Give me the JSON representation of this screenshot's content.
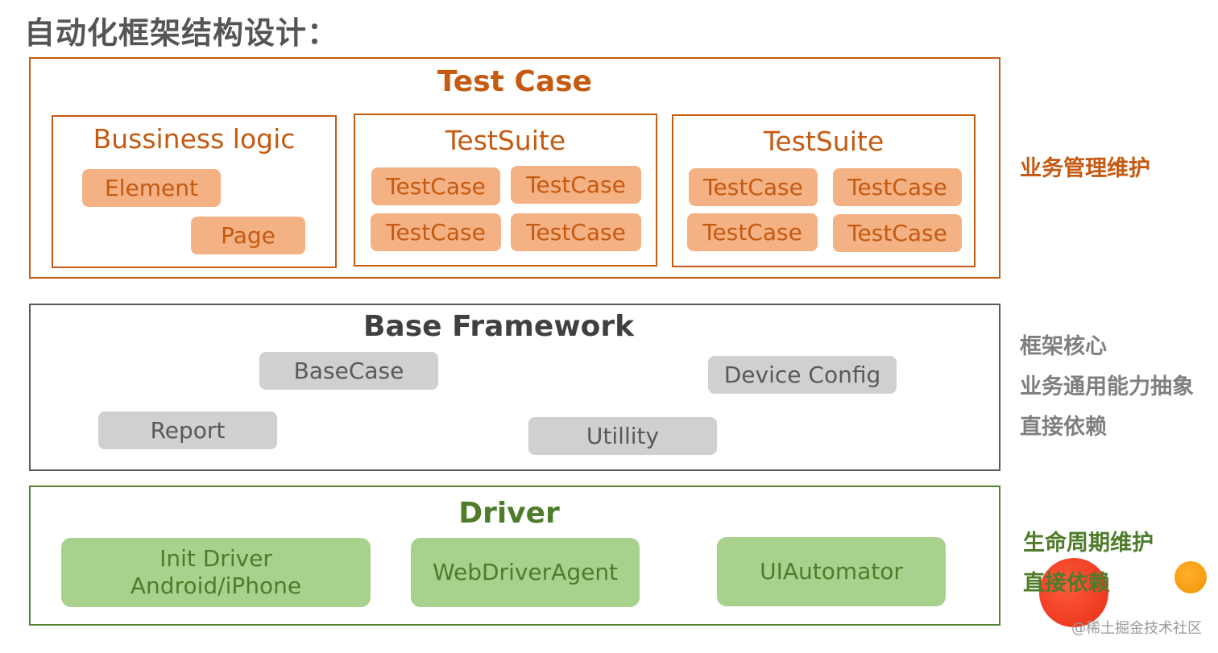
{
  "page": {
    "title": "自动化框架结构设计："
  },
  "test_case_layer": {
    "title": "Test Case",
    "business": {
      "title": "Bussiness logic",
      "chips": [
        "Element",
        "Page"
      ]
    },
    "suite1": {
      "title": "TestSuite",
      "chips": [
        "TestCase",
        "TestCase",
        "TestCase",
        "TestCase"
      ]
    },
    "suite2": {
      "title": "TestSuite",
      "chips": [
        "TestCase",
        "TestCase",
        "TestCase",
        "TestCase"
      ]
    }
  },
  "base_layer": {
    "title": "Base Framework",
    "chips": [
      "BaseCase",
      "Device Config",
      "Report",
      "Utillity"
    ]
  },
  "driver_layer": {
    "title": "Driver",
    "init_driver": {
      "line1": "Init Driver",
      "line2": "Android/iPhone"
    },
    "chips": [
      "WebDriverAgent",
      "UIAutomator"
    ]
  },
  "side_labels": {
    "business": "业务管理维护",
    "framework": [
      "框架核心",
      "业务通用能力抽象",
      "直接依赖"
    ],
    "driver": [
      "生命周期维护",
      "直接依赖"
    ]
  },
  "watermark": "@稀土掘金技术社区",
  "colors": {
    "orange": "#c55a11",
    "orange_fill": "#f4b183",
    "gray_fill": "#d0d0d0",
    "green": "#4e7c2b",
    "green_fill": "#a9d18e"
  }
}
